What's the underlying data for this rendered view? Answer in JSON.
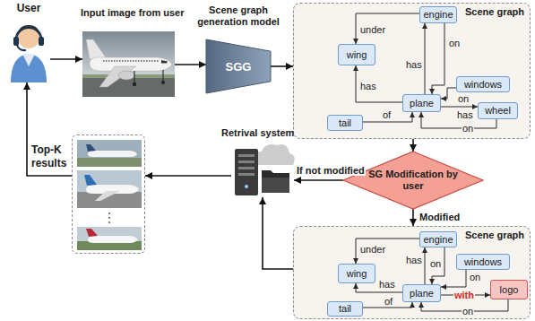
{
  "diagram": {
    "nodes": [
      {
        "text": [
          "User"
        ]
      },
      {
        "text": [
          "Input image from user"
        ]
      },
      {
        "text": [
          "Scene graph generation model",
          "SGG"
        ]
      },
      {
        "text": [
          "Scene graph"
        ]
      },
      {
        "text": [
          "engine"
        ],
        "in": 3
      },
      {
        "text": [
          "wing"
        ],
        "in": 3
      },
      {
        "text": [
          "windows"
        ],
        "in": 3
      },
      {
        "text": [
          "plane"
        ],
        "in": 3
      },
      {
        "text": [
          "wheel"
        ],
        "in": 3
      },
      {
        "text": [
          "tail"
        ],
        "in": 3
      },
      {
        "text": [
          "SG Modification by user"
        ]
      },
      {
        "text": [
          "Retrival system"
        ]
      },
      {
        "text": [
          "Top-K results"
        ]
      },
      {
        "text": [
          "Scene graph"
        ]
      },
      {
        "text": [
          "engine"
        ],
        "in": 13
      },
      {
        "text": [
          "wing"
        ],
        "in": 13
      },
      {
        "text": [
          "windows"
        ],
        "in": 13
      },
      {
        "text": [
          "plane"
        ],
        "in": 13
      },
      {
        "text": [
          "logo"
        ],
        "in": 13
      },
      {
        "text": [
          "tail"
        ],
        "in": 13
      }
    ],
    "edges": [
      {
        "from": 0,
        "to": 1,
        "arrow": "to"
      },
      {
        "from": 1,
        "to": 2,
        "arrow": "to"
      },
      {
        "from": 2,
        "to": 3,
        "arrow": "to"
      },
      {
        "from": 4,
        "to": 5,
        "label": "under",
        "arrow": "to"
      },
      {
        "from": 7,
        "to": 4,
        "label": "has",
        "arrow": "to"
      },
      {
        "from": 4,
        "to": 7,
        "label": "on",
        "arrow": "to"
      },
      {
        "from": 6,
        "to": 7,
        "label": "on",
        "arrow": "to"
      },
      {
        "from": 7,
        "to": 5,
        "label": "has",
        "arrow": "to"
      },
      {
        "from": 7,
        "to": 8,
        "label": "has",
        "arrow": "to"
      },
      {
        "from": 9,
        "to": 7,
        "label": "of",
        "arrow": "to"
      },
      {
        "from": 8,
        "to": 7,
        "label": "on",
        "arrow": "to"
      },
      {
        "from": 3,
        "to": 10,
        "arrow": "to"
      },
      {
        "from": 10,
        "to": 11,
        "label": "If not modified",
        "arrow": "to"
      },
      {
        "from": 10,
        "to": 13,
        "label": "Modified",
        "arrow": "to"
      },
      {
        "from": 13,
        "to": 11,
        "arrow": "to"
      },
      {
        "from": 11,
        "to": 12,
        "arrow": "to"
      },
      {
        "from": 12,
        "to": 0,
        "arrow": "to"
      },
      {
        "from": 14,
        "to": 15,
        "label": "under",
        "arrow": "to"
      },
      {
        "from": 17,
        "to": 14,
        "label": "has",
        "arrow": "to"
      },
      {
        "from": 14,
        "to": 17,
        "label": "on",
        "arrow": "to"
      },
      {
        "from": 16,
        "to": 17,
        "label": "on",
        "arrow": "to"
      },
      {
        "from": 17,
        "to": 15,
        "label": "has",
        "arrow": "to"
      },
      {
        "from": 17,
        "to": 18,
        "label": "with",
        "arrow": "to"
      },
      {
        "from": 19,
        "to": 17,
        "label": "of",
        "arrow": "to"
      },
      {
        "from": 18,
        "to": 17,
        "label": "on",
        "arrow": "to"
      }
    ]
  }
}
